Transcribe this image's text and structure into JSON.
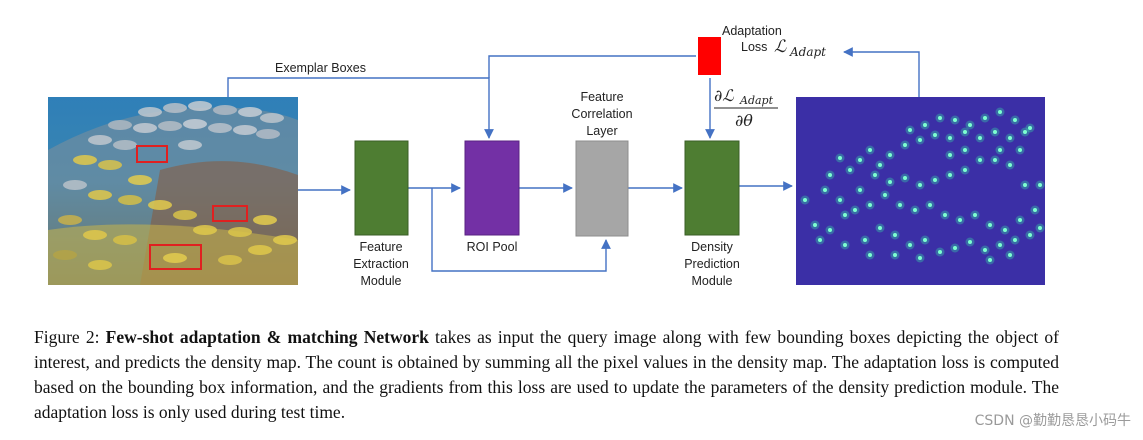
{
  "diagram": {
    "edge_label_exemplar": "Exemplar Boxes",
    "modules": {
      "feature_extraction": [
        "Feature",
        "Extraction",
        "Module"
      ],
      "roi_pool": [
        "ROI Pool"
      ],
      "feature_correlation": [
        "Feature",
        "Correlation",
        "Layer"
      ],
      "density_prediction": [
        "Density",
        "Prediction",
        "Module"
      ]
    },
    "adaptation": {
      "label_line1": "Adaptation",
      "label_loss": "Loss",
      "loss_symbol": "ℒ",
      "loss_subscript": "Adapt",
      "grad_numerator_partial": "∂ℒ",
      "grad_numerator_sub": "Adapt",
      "grad_denominator": "∂θ"
    },
    "colors": {
      "module_green": "#4e7d32",
      "roi_purple": "#7330a5",
      "correlation_gray": "#a6a6a6",
      "loss_red": "#ff0000",
      "arrow_blue": "#4472c4",
      "density_bg": "#3b2fa6",
      "density_dot": "#36e0a8",
      "box_red": "#e02020"
    }
  },
  "caption": {
    "figure_label": "Figure 2:",
    "bold_title": "Few-shot adaptation & matching Network",
    "body": " takes as input the query image along with few bounding boxes depicting the object of interest, and predicts the density map. The count is obtained by summing all the pixel values in the density map. The adaptation loss is computed based on the bounding box information, and the gradients from this loss are used to update the parameters of the density prediction module. The adaptation loss is only used during test time."
  },
  "watermark": "CSDN @勤勤恳恳小码牛"
}
